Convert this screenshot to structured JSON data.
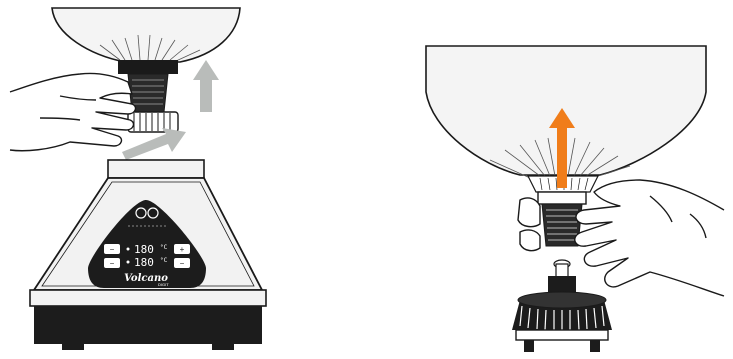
{
  "panel_left": {
    "device": {
      "temp_set": "180",
      "temp_actual": "180",
      "unit_set": "°C",
      "unit_actual": "°C",
      "brand_logo": "Volcano",
      "brand_sub": "DIGIT"
    },
    "arrows": {
      "lift_arrow_color": "#b9bcba",
      "push_arrow_color": "#b9bcba"
    }
  },
  "panel_right": {
    "arrows": {
      "lift_arrow_color": "#f07d1a"
    }
  },
  "colors": {
    "line": "#1a1a1a",
    "device_body": "#f2f2f2",
    "device_panel": "#1c1c1c",
    "bag_fill": "#f4f4f4"
  }
}
